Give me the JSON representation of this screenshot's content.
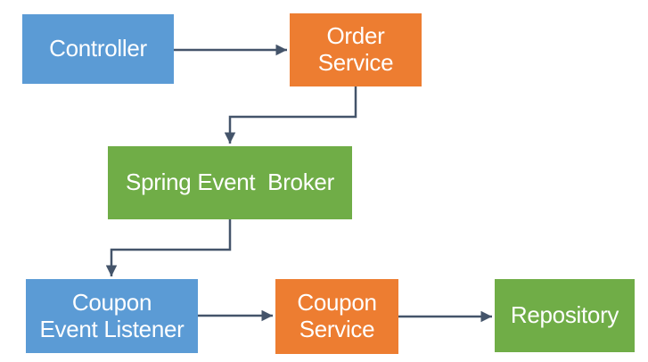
{
  "diagram": {
    "type": "flowchart",
    "background_color": "#ffffff",
    "text_color": "#ffffff",
    "arrow_color": "#44546A",
    "palette": {
      "blue": "#5B9BD5",
      "orange": "#ED7D31",
      "green": "#70AD47"
    },
    "nodes": [
      {
        "id": "controller",
        "label": "Controller",
        "color": "#5B9BD5"
      },
      {
        "id": "order-service",
        "label": "Order\nService",
        "color": "#ED7D31"
      },
      {
        "id": "spring-event-broker",
        "label": "Spring Event  Broker",
        "color": "#70AD47"
      },
      {
        "id": "coupon-event-listener",
        "label": "Coupon\nEvent Listener",
        "color": "#5B9BD5"
      },
      {
        "id": "coupon-service",
        "label": "Coupon\nService",
        "color": "#ED7D31"
      },
      {
        "id": "repository",
        "label": "Repository",
        "color": "#70AD47"
      }
    ],
    "edges": [
      {
        "from": "controller",
        "to": "order-service"
      },
      {
        "from": "order-service",
        "to": "spring-event-broker"
      },
      {
        "from": "spring-event-broker",
        "to": "coupon-event-listener"
      },
      {
        "from": "coupon-event-listener",
        "to": "coupon-service"
      },
      {
        "from": "coupon-service",
        "to": "repository"
      }
    ]
  }
}
